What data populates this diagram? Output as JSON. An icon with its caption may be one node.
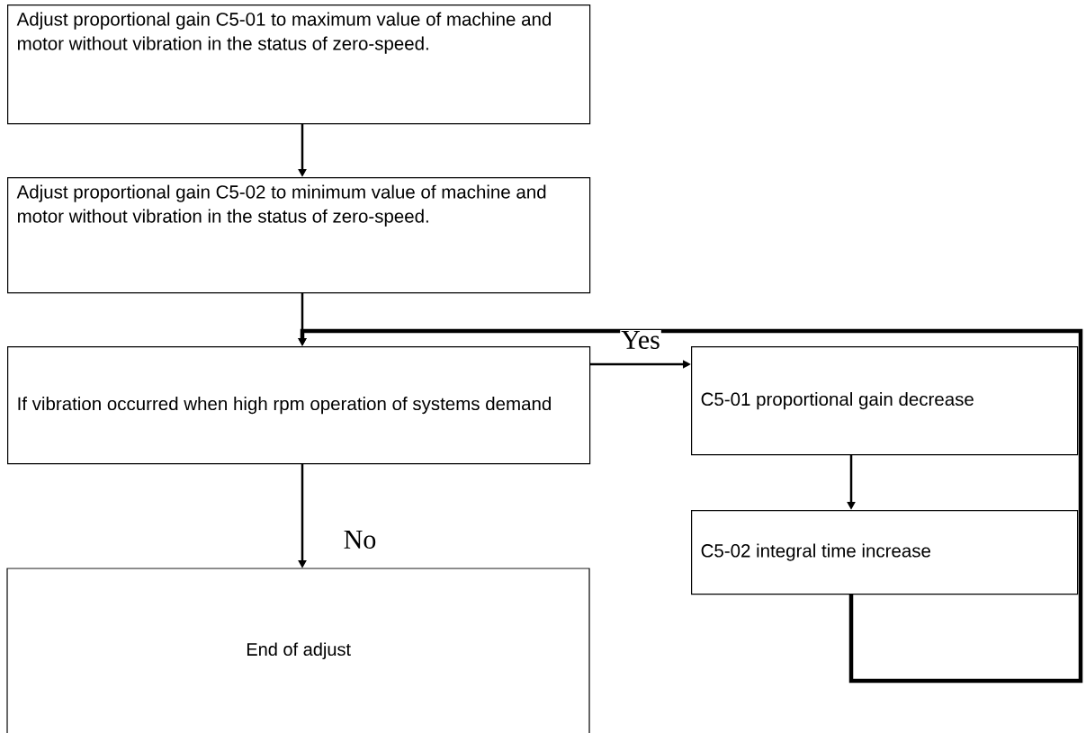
{
  "diagram": {
    "nodes": [
      {
        "text": [
          "Adjust proportional gain C5-01 to maximum value of machine and motor without vibration in the status of zero-speed."
        ]
      },
      {
        "text": [
          "Adjust proportional gain C5-02 to minimum value of machine and motor without vibration in the status of zero-speed."
        ]
      },
      {
        "text": [
          "If vibration occurred when high rpm operation of systems demand"
        ]
      },
      {
        "text": [
          "End of adjust"
        ]
      },
      {
        "text": [
          "C5-01 proportional gain decrease"
        ]
      },
      {
        "text": [
          "C5-02 integral time increase"
        ]
      }
    ],
    "edges": [
      {
        "from": 0,
        "to": 1,
        "arrow": "to"
      },
      {
        "from": 1,
        "to": 2,
        "arrow": "to"
      },
      {
        "from": 2,
        "to": 3,
        "arrow": "to",
        "label": "No"
      },
      {
        "from": 2,
        "to": 4,
        "arrow": "to",
        "label": "Yes"
      },
      {
        "from": 4,
        "to": 5,
        "arrow": "to"
      },
      {
        "from": 5,
        "to": 2,
        "arrow": "to",
        "style": "thick"
      }
    ]
  }
}
